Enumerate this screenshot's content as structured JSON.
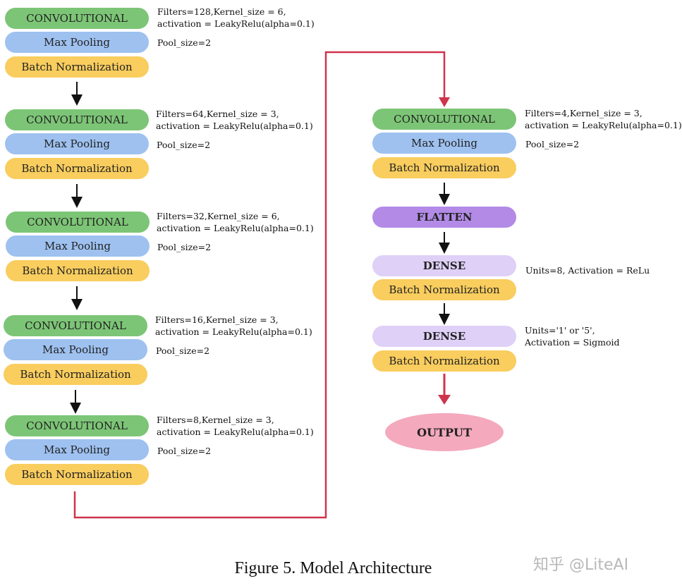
{
  "left_column": [
    {
      "conv": "CONVOLUTIONAL",
      "conv_params": [
        "Filters=128,Kernel_size = 6,",
        "activation = LeakyRelu(alpha=0.1)"
      ],
      "pool": "Max Pooling",
      "pool_params": "Pool_size=2",
      "bn": "Batch Normalization"
    },
    {
      "conv": "CONVOLUTIONAL",
      "conv_params": [
        "Filters=64,Kernel_size = 3,",
        "activation = LeakyRelu(alpha=0.1)"
      ],
      "pool": "Max Pooling",
      "pool_params": "Pool_size=2",
      "bn": "Batch Normalization"
    },
    {
      "conv": "CONVOLUTIONAL",
      "conv_params": [
        "Filters=32,Kernel_size = 6,",
        "activation = LeakyRelu(alpha=0.1)"
      ],
      "pool": "Max Pooling",
      "pool_params": "Pool_size=2",
      "bn": "Batch Normalization"
    },
    {
      "conv": "CONVOLUTIONAL",
      "conv_params": [
        "Filters=16,Kernel_size = 3,",
        "activation = LeakyRelu(alpha=0.1)"
      ],
      "pool": "Max Pooling",
      "pool_params": "Pool_size=2",
      "bn": "Batch Normalization"
    },
    {
      "conv": "CONVOLUTIONAL",
      "conv_params": [
        "Filters=8,Kernel_size = 3,",
        "activation = LeakyRelu(alpha=0.1)"
      ],
      "pool": "Max Pooling",
      "pool_params": "Pool_size=2",
      "bn": "Batch Normalization"
    }
  ],
  "right_column": {
    "conv": "CONVOLUTIONAL",
    "conv_params": [
      "Filters=4,Kernel_size = 3,",
      "activation = LeakyRelu(alpha=0.1)"
    ],
    "pool": "Max Pooling",
    "pool_params": "Pool_size=2",
    "bn1": "Batch Normalization",
    "flatten": "FLATTEN",
    "dense1": "DENSE",
    "dense1_params": "Units=8, Activation = ReLu",
    "bn2": "Batch Normalization",
    "dense2": "DENSE",
    "dense2_params": [
      "Units='1' or '5',",
      "Activation = Sigmoid"
    ],
    "bn3": "Batch Normalization",
    "output": "OUTPUT"
  },
  "caption": "Figure 5. Model Architecture",
  "watermark": "知乎 @LiteAI",
  "colors": {
    "convolutional": "#7cc576",
    "max_pooling": "#9ec1f0",
    "batch_normalization": "#f9cd5e",
    "flatten": "#b38be6",
    "dense": "#dfd0f7",
    "output": "#f4a9bd",
    "connector": "#d0344d"
  }
}
